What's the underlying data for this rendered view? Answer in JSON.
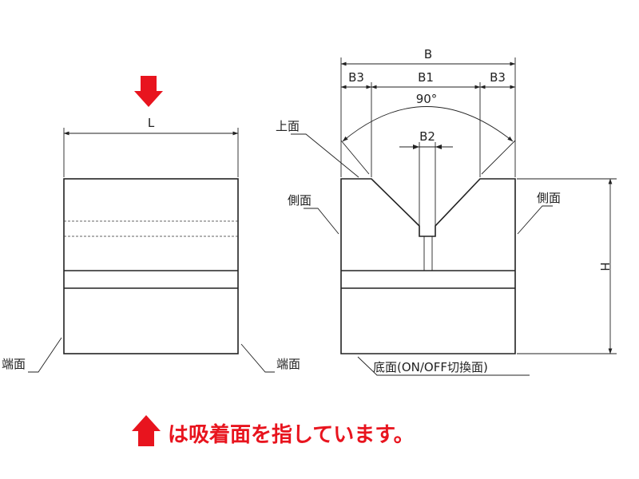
{
  "left_view": {
    "dim_length": "L",
    "end_face_label": "端面"
  },
  "right_view": {
    "dim_total_width": "B",
    "dim_side_width": "B3",
    "dim_groove_width": "B1",
    "dim_slot_width": "B2",
    "angle": "90°",
    "dim_height": "H",
    "top_face_label": "上面",
    "side_face_label": "側面",
    "bottom_face_label": "底面(ON/OFF切換面)"
  },
  "caption": {
    "text": "は吸着面を指しています。"
  },
  "colors": {
    "accent": "#e8141e",
    "line": "#222222"
  },
  "icons": {
    "attraction_arrow": "arrow-down-icon",
    "legend_arrow": "arrow-up-icon"
  }
}
